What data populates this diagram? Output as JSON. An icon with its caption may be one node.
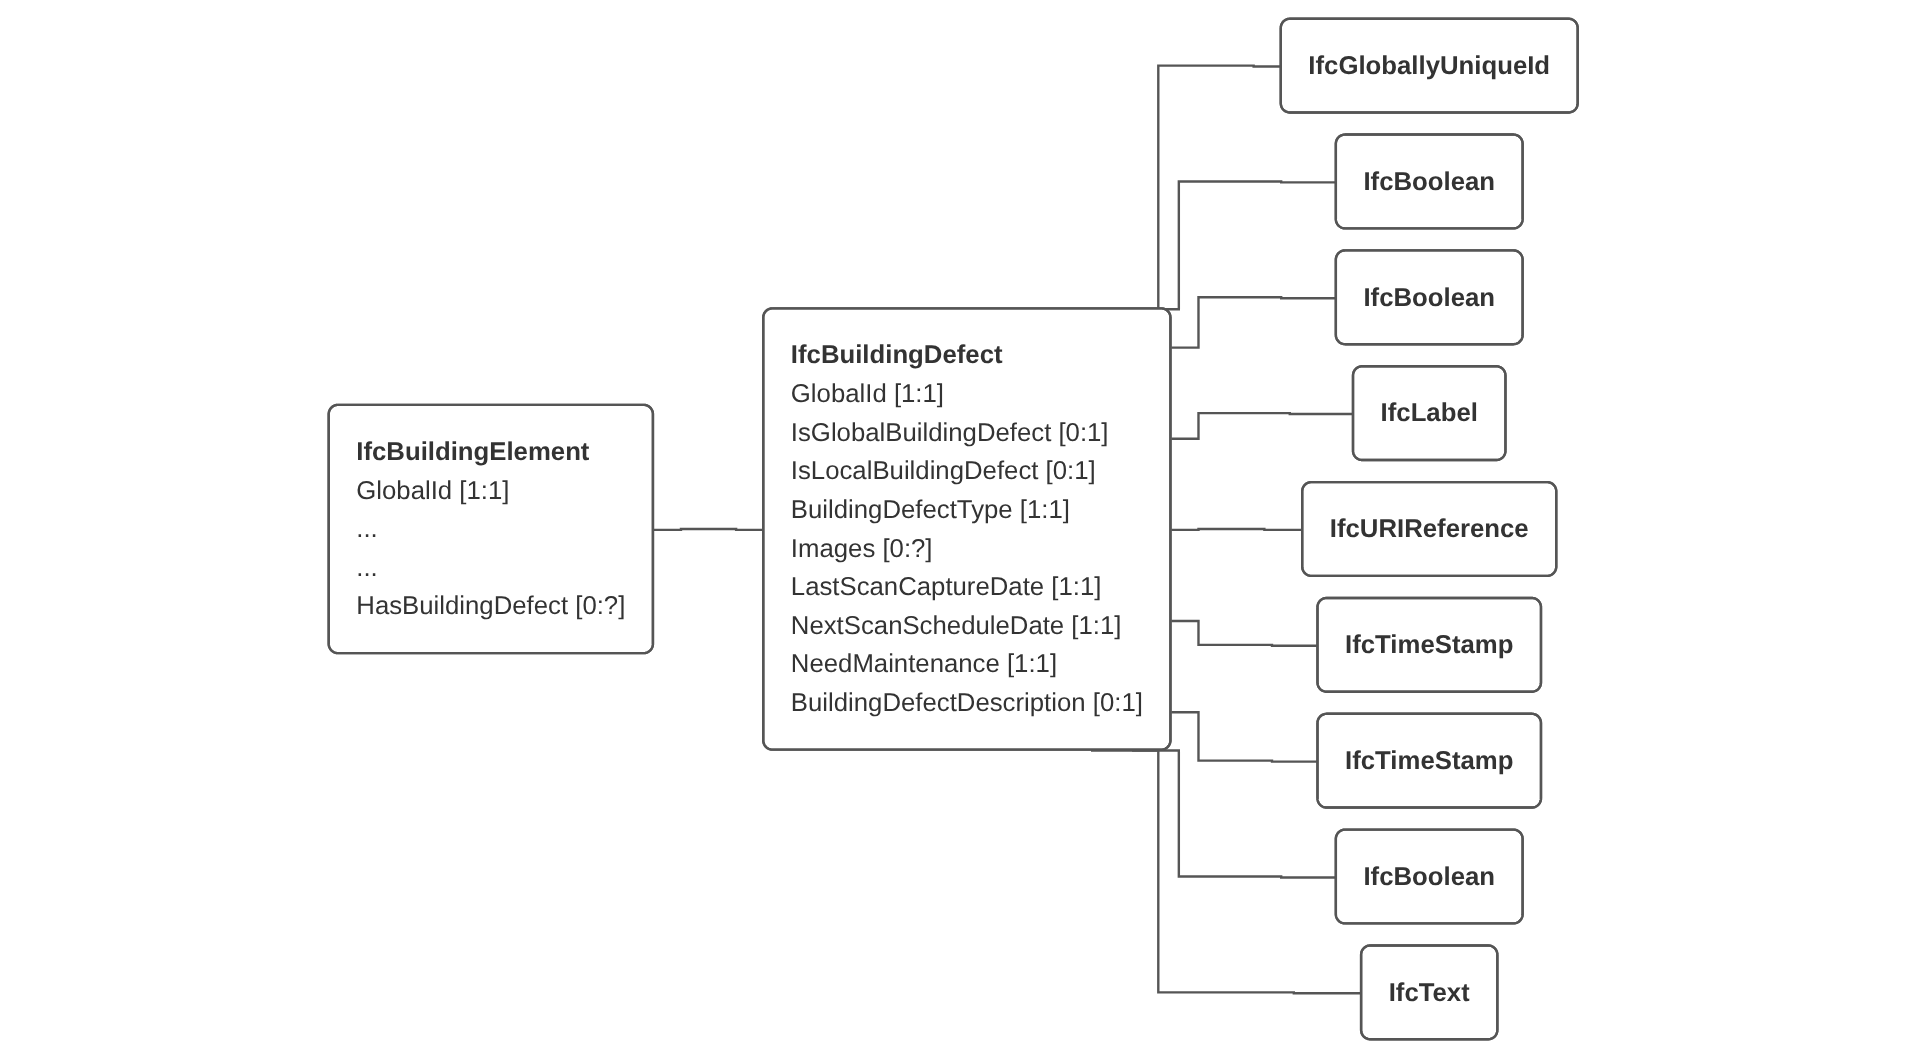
{
  "diagram": {
    "nodes": [
      {
        "text": [
          "IfcBuildingElement",
          "GlobalId [1:1]",
          "...",
          "...",
          "HasBuildingDefect [0:?]"
        ]
      },
      {
        "text": [
          "IfcBuildingDefect",
          "GlobalId [1:1]",
          "IsGlobalBuildingDefect [0:1]",
          "IsLocalBuildingDefect [0:1]",
          "BuildingDefectType [1:1]",
          "Images [0:?]",
          "LastScanCaptureDate [1:1]",
          "NextScanScheduleDate [1:1]",
          "NeedMaintenance [1:1]",
          "BuildingDefectDescription [0:1]"
        ]
      },
      {
        "text": [
          "IfcGloballyUniqueId"
        ]
      },
      {
        "text": [
          "IfcBoolean"
        ]
      },
      {
        "text": [
          "IfcBoolean"
        ]
      },
      {
        "text": [
          "IfcLabel"
        ]
      },
      {
        "text": [
          "IfcURIReference"
        ]
      },
      {
        "text": [
          "IfcTimeStamp"
        ]
      },
      {
        "text": [
          "IfcTimeStamp"
        ]
      },
      {
        "text": [
          "IfcBoolean"
        ]
      },
      {
        "text": [
          "IfcText"
        ]
      }
    ],
    "edges": [
      {
        "from": 0,
        "to": 1,
        "arrow": "none"
      },
      {
        "from": 1,
        "to": 2,
        "arrow": "none"
      },
      {
        "from": 1,
        "to": 3,
        "arrow": "none"
      },
      {
        "from": 1,
        "to": 4,
        "arrow": "none"
      },
      {
        "from": 1,
        "to": 5,
        "arrow": "none"
      },
      {
        "from": 1,
        "to": 6,
        "arrow": "none"
      },
      {
        "from": 1,
        "to": 7,
        "arrow": "none"
      },
      {
        "from": 1,
        "to": 8,
        "arrow": "none"
      },
      {
        "from": 1,
        "to": 9,
        "arrow": "none"
      },
      {
        "from": 1,
        "to": 10,
        "arrow": "none"
      }
    ]
  }
}
